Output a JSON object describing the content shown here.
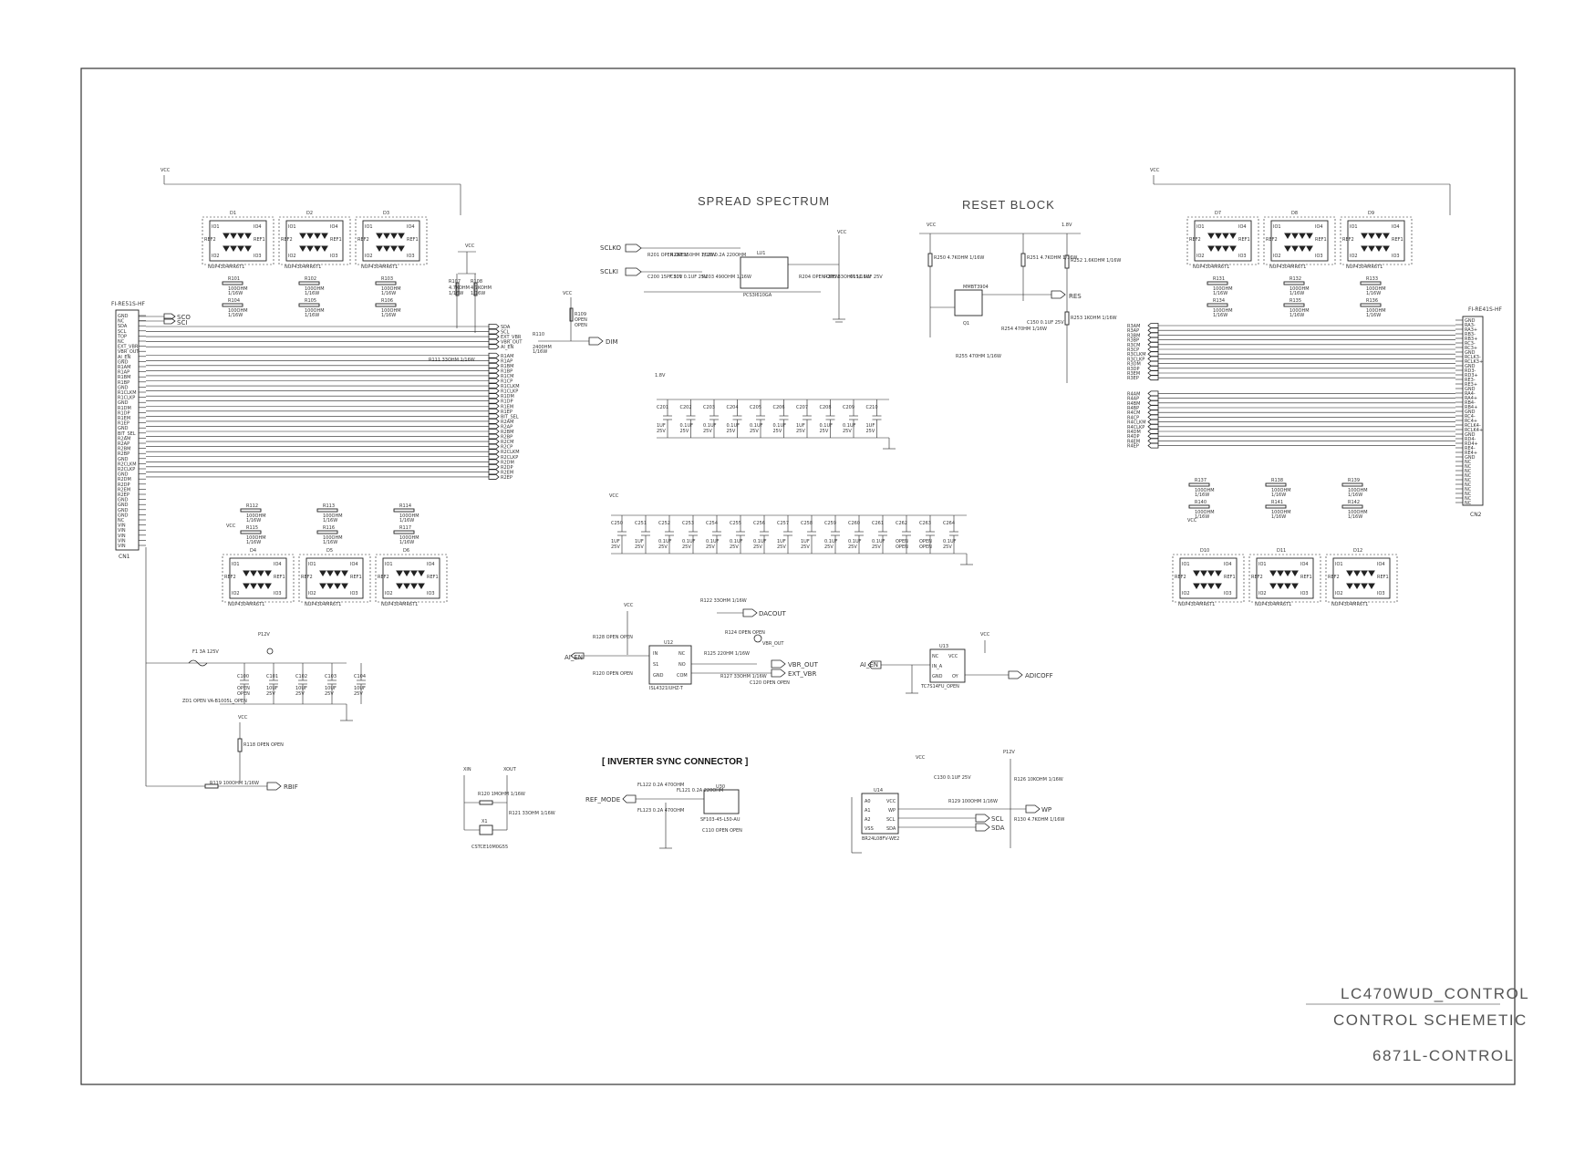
{
  "sections": {
    "spread_spectrum": "SPREAD SPECTRUM",
    "reset_block": "RESET BLOCK",
    "inverter_sync": "[ INVERTER SYNC CONNECTOR ]"
  },
  "title_block": {
    "model": "LC470WUD_CONTROL",
    "sheet": "CONTROL SCHEMETIC",
    "part": "6871L-CONTROL"
  },
  "power": {
    "vcc": "VCC",
    "v18": "1.8V",
    "p12v": "P12V"
  },
  "connectors": {
    "cn1": "CN1",
    "cn1_type": "FI-RE51S-HF",
    "cn2": "CN2",
    "cn2_type": "FI-RE41S-HF"
  },
  "protect_ics": {
    "part": "NUP4304MR6T1",
    "pins": [
      "IO1",
      "IO4",
      "REF2",
      "REF1",
      "IO2",
      "IO3"
    ],
    "top_left": [
      "D1",
      "D2",
      "D3"
    ],
    "bottom_left": [
      "D4",
      "D5",
      "D6"
    ],
    "top_right": [
      "D7",
      "D8",
      "D9"
    ],
    "bottom_right": [
      "D10",
      "D11",
      "D12"
    ]
  },
  "resistors": {
    "top_left": [
      {
        "ref": "R101",
        "val": "100OHM",
        "pw": "1/16W"
      },
      {
        "ref": "R102",
        "val": "100OHM",
        "pw": "1/16W"
      },
      {
        "ref": "R103",
        "val": "100OHM",
        "pw": "1/16W"
      },
      {
        "ref": "R104",
        "val": "100OHM",
        "pw": "1/16W"
      },
      {
        "ref": "R105",
        "val": "100OHM",
        "pw": "1/16W"
      },
      {
        "ref": "R106",
        "val": "100OHM",
        "pw": "1/16W"
      }
    ],
    "bottom_left": [
      {
        "ref": "R112",
        "val": "100OHM",
        "pw": "1/16W"
      },
      {
        "ref": "R113",
        "val": "100OHM",
        "pw": "1/16W"
      },
      {
        "ref": "R114",
        "val": "100OHM",
        "pw": "1/16W"
      },
      {
        "ref": "R115",
        "val": "100OHM",
        "pw": "1/16W"
      },
      {
        "ref": "R116",
        "val": "100OHM",
        "pw": "1/16W"
      },
      {
        "ref": "R117",
        "val": "100OHM",
        "pw": "1/16W"
      }
    ],
    "top_right": [
      {
        "ref": "R131",
        "val": "100OHM",
        "pw": "1/16W"
      },
      {
        "ref": "R132",
        "val": "100OHM",
        "pw": "1/16W"
      },
      {
        "ref": "R133",
        "val": "100OHM",
        "pw": "1/16W"
      },
      {
        "ref": "R134",
        "val": "100OHM",
        "pw": "1/16W"
      },
      {
        "ref": "R135",
        "val": "100OHM",
        "pw": "1/16W"
      },
      {
        "ref": "R136",
        "val": "100OHM",
        "pw": "1/16W"
      }
    ],
    "bottom_right": [
      {
        "ref": "R137",
        "val": "100OHM",
        "pw": "1/16W"
      },
      {
        "ref": "R138",
        "val": "100OHM",
        "pw": "1/16W"
      },
      {
        "ref": "R139",
        "val": "100OHM",
        "pw": "1/16W"
      },
      {
        "ref": "R140",
        "val": "100OHM",
        "pw": "1/16W"
      },
      {
        "ref": "R141",
        "val": "100OHM",
        "pw": "1/16W"
      },
      {
        "ref": "R142",
        "val": "100OHM",
        "pw": "1/16W"
      }
    ],
    "r107": {
      "ref": "R107",
      "val": "4.7KOHM",
      "pw": "1/16W"
    },
    "r108": {
      "ref": "R108",
      "val": "4.7KOHM",
      "pw": "1/16W"
    },
    "r109": {
      "ref": "R109",
      "val": "OPEN",
      "pw": "OPEN"
    },
    "r110": {
      "ref": "R110",
      "val": "2400HM",
      "pw": "1/16W"
    },
    "r111": "R111 33OHM 1/16W"
  },
  "cn1_nets_out": [
    "SDA",
    "SCL",
    "EXT_VBR",
    "VBR_OUT",
    "AI_EN",
    "R1AM",
    "R1AP",
    "R1BM",
    "R1BP",
    "R1CM",
    "R1CP",
    "R1CLKM",
    "R1CLKP",
    "R1DM",
    "R1DP",
    "R1EM",
    "R1EP",
    "BIT_SEL",
    "R2AM",
    "R2AP",
    "R2BM",
    "R2BP",
    "R2CM",
    "R2CP",
    "R2CLKM",
    "R2CLKP",
    "R2DM",
    "R2DP",
    "R2EM",
    "R2EP"
  ],
  "cn1_pins": [
    "GND",
    "NC",
    "SDA",
    "SCL",
    "TOP",
    "NC",
    "EXT_VBR",
    "VBR_OUT",
    "AI_EN",
    "GND",
    "R1AM",
    "R1AP",
    "R1BM",
    "R1BP",
    "GND",
    "R1CLKM",
    "R1CLKP",
    "GND",
    "R1DM",
    "R1DP",
    "R1EM",
    "R1EP",
    "GND",
    "BIT_SEL",
    "R2AM",
    "R2AP",
    "R2BM",
    "R2BP",
    "GND",
    "R2CLKM",
    "R2CLKP",
    "GND",
    "R2DM",
    "R2DP",
    "R2EM",
    "R2EP",
    "GND",
    "GND",
    "GND",
    "GND",
    "NC",
    "VIN",
    "VIN",
    "VIN",
    "VIN",
    "VIN"
  ],
  "cn2_nets_in": [
    "R3AM",
    "R3AP",
    "R3BM",
    "R3BP",
    "R3CM",
    "R3CP",
    "R3CLKM",
    "R3CLKP",
    "R3DM",
    "R3DP",
    "R3EM",
    "R3EP",
    "R4AM",
    "R4AP",
    "R4BM",
    "R4BP",
    "R4CM",
    "R4CP",
    "R4CLKM",
    "R4CLKP",
    "R4DM",
    "R4DP",
    "R4EM",
    "R4EP"
  ],
  "cn2_pins": [
    "GND",
    "RA3-",
    "RA3+",
    "RB3-",
    "RB3+",
    "RC3-",
    "RC3+",
    "GND",
    "RCLK3-",
    "RCLK3+",
    "GND",
    "RD3-",
    "RD3+",
    "RE3-",
    "RE3+",
    "GND",
    "RA4-",
    "RA4+",
    "RB4-",
    "RB4+",
    "GND",
    "RC4-",
    "RC4+",
    "RCLK4-",
    "RCLK4+",
    "GND",
    "RD4-",
    "RD4+",
    "RE4-",
    "RE4+",
    "GND",
    "NC",
    "NC",
    "NC",
    "NC",
    "NC",
    "NC",
    "NC",
    "NC",
    "NC",
    "NC"
  ],
  "left_extra": {
    "sco": "SCO",
    "sci": "SCI",
    "dim": "DIM"
  },
  "spread": {
    "in1": "SCLKO",
    "in2": "SCLKI",
    "ic": "LU1",
    "ic_part": "PCS3I610GA",
    "r201": "R201 OPEN OPEN",
    "r202": "R202 150HM 1/16W",
    "fl20": "FL20 0.2A 220OHM",
    "c200": "C200 15PF 50V",
    "c201": "C201 0.1UF 25V",
    "r203": "R203 490OHM 1/16W",
    "r204": "R204 OPEN OPEN",
    "r205": "R205 33OHM 1/16W",
    "c151": "C151 1UF 25V"
  },
  "decoupling_18": [
    {
      "ref": "C201",
      "val": "1UF",
      "v": "25V"
    },
    {
      "ref": "C202",
      "val": "0.1UF",
      "v": "25V"
    },
    {
      "ref": "C203",
      "val": "0.1UF",
      "v": "25V"
    },
    {
      "ref": "C204",
      "val": "0.1UF",
      "v": "25V"
    },
    {
      "ref": "C205",
      "val": "0.1UF",
      "v": "25V"
    },
    {
      "ref": "C206",
      "val": "0.1UF",
      "v": "25V"
    },
    {
      "ref": "C207",
      "val": "1UF",
      "v": "25V"
    },
    {
      "ref": "C208",
      "val": "0.1UF",
      "v": "25V"
    },
    {
      "ref": "C209",
      "val": "0.1UF",
      "v": "25V"
    },
    {
      "ref": "C210",
      "val": "1UF",
      "v": "25V"
    }
  ],
  "decoupling_vcc": [
    {
      "ref": "C250",
      "val": "1UF",
      "v": "25V"
    },
    {
      "ref": "C251",
      "val": "1UF",
      "v": "25V"
    },
    {
      "ref": "C252",
      "val": "0.1UF",
      "v": "25V"
    },
    {
      "ref": "C253",
      "val": "0.1UF",
      "v": "25V"
    },
    {
      "ref": "C254",
      "val": "0.1UF",
      "v": "25V"
    },
    {
      "ref": "C255",
      "val": "0.1UF",
      "v": "25V"
    },
    {
      "ref": "C256",
      "val": "0.1UF",
      "v": "25V"
    },
    {
      "ref": "C257",
      "val": "1UF",
      "v": "25V"
    },
    {
      "ref": "C258",
      "val": "1UF",
      "v": "25V"
    },
    {
      "ref": "C259",
      "val": "0.1UF",
      "v": "25V"
    },
    {
      "ref": "C260",
      "val": "0.1UF",
      "v": "25V"
    },
    {
      "ref": "C261",
      "val": "0.1UF",
      "v": "25V"
    },
    {
      "ref": "C262",
      "val": "OPEN",
      "v": "OPEN"
    },
    {
      "ref": "C263",
      "val": "OPEN",
      "v": "OPEN"
    },
    {
      "ref": "C264",
      "val": "0.1UF",
      "v": "25V"
    }
  ],
  "reset": {
    "r250": "R250 4.7KOHM 1/16W",
    "r251": "R251 4.7KOHM 1/16W",
    "r252": "R252 1.6KOHM 1/16W",
    "r253": "R253 1KOHM 1/16W",
    "r254": "R254 470HM 1/16W",
    "r255": "R255 470HM 1/16W",
    "c150": "C150 0.1UF 25V",
    "q1": "Q1",
    "q_part": "MMBT3904",
    "res": "RES"
  },
  "dacout": {
    "u12": "U12",
    "u12_part": "ISL4321IUHZ-T",
    "pins": [
      "IN",
      "NC",
      "S1",
      "NO",
      "GND",
      "COM"
    ],
    "dac_out": "DACOUT",
    "vbr_out": "VBR_OUT",
    "ext_vbr": "EXT_VBR",
    "ai_en": "AI_EN",
    "r122": "R122 33OHM 1/16W",
    "r124": "R124 OPEN OPEN",
    "r125": "R125 220HM 1/16W",
    "r127": "R127 33OHM 1/16W",
    "r128": "R128 OPEN OPEN",
    "r120": "R120 OPEN OPEN",
    "c120": "C120 OPEN OPEN",
    "tp": "VBR_OUT"
  },
  "adicoff": {
    "u13": "U13",
    "u13_part": "TC7S14FU_OPEN",
    "pins": [
      "NC",
      "VCC",
      "IN_A",
      "GND",
      "OY"
    ],
    "ai_en": "AI_EN",
    "out": "ADICOFF"
  },
  "power_in": {
    "f1": "F1 3A 125V",
    "zd1": "ZD1 OPEN VA-B1005L_OPEN",
    "caps": [
      {
        "ref": "C100",
        "val": "OPEN",
        "v": "OPEN"
      },
      {
        "ref": "C101",
        "val": "10UF",
        "v": "25V"
      },
      {
        "ref": "C102",
        "val": "10UF",
        "v": "25V"
      },
      {
        "ref": "C103",
        "val": "10UF",
        "v": "25V"
      },
      {
        "ref": "C104",
        "val": "10UF",
        "v": "25V"
      }
    ],
    "r118": "R118 OPEN OPEN",
    "r119": "R119 100OHM 1/16W",
    "rbif": "RBIF"
  },
  "inverter": {
    "ref_mode": "REF_MODE",
    "fl122": "FL122 0.2A 470OHM",
    "fl123": "FL123 0.2A 470OHM",
    "fl121": "FL121 0.2A 220OHM",
    "u30": "U30",
    "u30_part": "SF103-45-L50-AU",
    "c110": "C110 OPEN OPEN"
  },
  "xtal": {
    "xin": "XIN",
    "xout": "XOUT",
    "r120": "R120 1MOHM 1/16W",
    "r121": "R121 33OHM 1/16W",
    "x1": "X1",
    "part": "CSTCE10M0G55"
  },
  "eeprom": {
    "u14": "U14",
    "part": "BR24L08FV-WE2",
    "pins": [
      "A0",
      "VCC",
      "A1",
      "WP",
      "A2",
      "SCL",
      "VSS",
      "SDA"
    ],
    "c130": "C130 0.1UF 25V",
    "r129": "R129 100OHM 1/16W",
    "r126": "R126 10KOHM 1/16W",
    "r130": "R130 4.7KOHM 1/16W",
    "wp": "WP",
    "scl": "SCL",
    "sda": "SDA"
  }
}
